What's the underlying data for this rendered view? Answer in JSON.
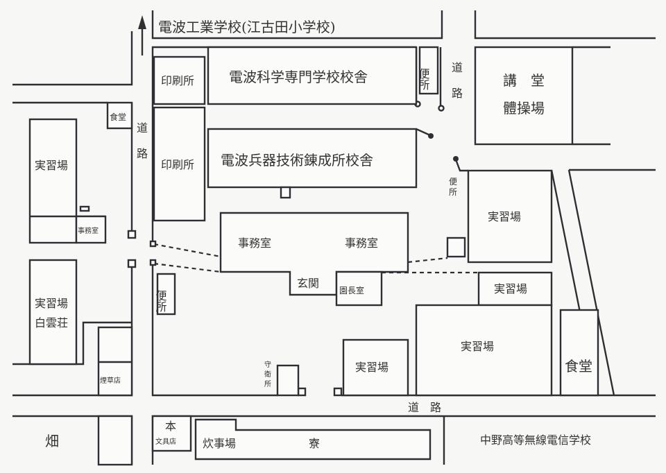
{
  "title": "Campus map",
  "labels": {
    "north_school": "電波工業学校(江古田小学校)",
    "printing_1": "印刷所",
    "printing_2": "印刷所",
    "science_school": "電波科学専門学校校舎",
    "toilet_top": "便所",
    "road_top_v1": "道",
    "road_top_v2": "路",
    "auditorium_1": "講　堂",
    "auditorium_2": "體操場",
    "canteen_small": "食堂",
    "road_left_v1": "道",
    "road_left_v2": "路",
    "weapons_school": "電波兵器技術錬成所校舎",
    "workshop_left": "実習場",
    "office_small": "事務室",
    "toilet_right_1": "便",
    "toilet_right_2": "所",
    "workshop_right": "実習場",
    "office_1": "事務室",
    "office_2": "事務室",
    "entrance": "玄関",
    "director_room": "園長室",
    "workshop_mid": "実習場",
    "workshop_hakuun_1": "実習場",
    "workshop_hakuun_2": "白雲荘",
    "toilet_left": "便所",
    "workshop_big": "実習場",
    "workshop_small": "実習場",
    "guard_1": "守",
    "guard_2": "衛",
    "guard_3": "所",
    "canteen": "食堂",
    "tobacco": "煙草店",
    "road_bottom": "道　路",
    "field": "畑",
    "book_1": "本",
    "book_2": "文具店",
    "kitchen": "炊事場",
    "dormitory": "寮",
    "nakano_school": "中野高等無線電信学校"
  }
}
